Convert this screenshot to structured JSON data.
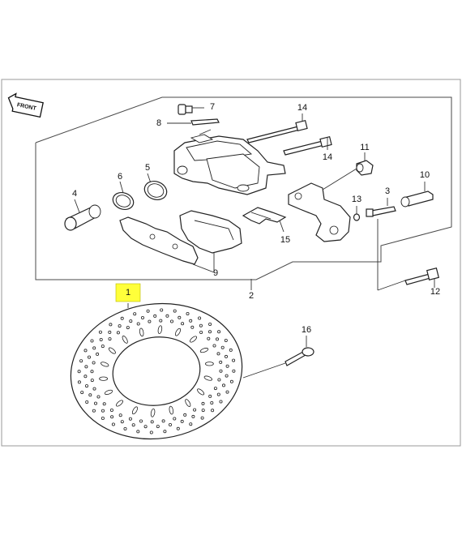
{
  "diagram": {
    "front_marker": "FRONT",
    "callouts": [
      {
        "id": "c1",
        "label": "1",
        "highlight": true,
        "color": "#ffff3a"
      },
      {
        "id": "c2",
        "label": "2"
      },
      {
        "id": "c3",
        "label": "3"
      },
      {
        "id": "c4",
        "label": "4"
      },
      {
        "id": "c5",
        "label": "5"
      },
      {
        "id": "c6",
        "label": "6"
      },
      {
        "id": "c7",
        "label": "7"
      },
      {
        "id": "c8",
        "label": "8"
      },
      {
        "id": "c9",
        "label": "9"
      },
      {
        "id": "c10",
        "label": "10"
      },
      {
        "id": "c11",
        "label": "11"
      },
      {
        "id": "c12",
        "label": "12"
      },
      {
        "id": "c13",
        "label": "13"
      },
      {
        "id": "c14a",
        "label": "14"
      },
      {
        "id": "c14b",
        "label": "14"
      },
      {
        "id": "c15",
        "label": "15"
      },
      {
        "id": "c16",
        "label": "16"
      }
    ]
  }
}
